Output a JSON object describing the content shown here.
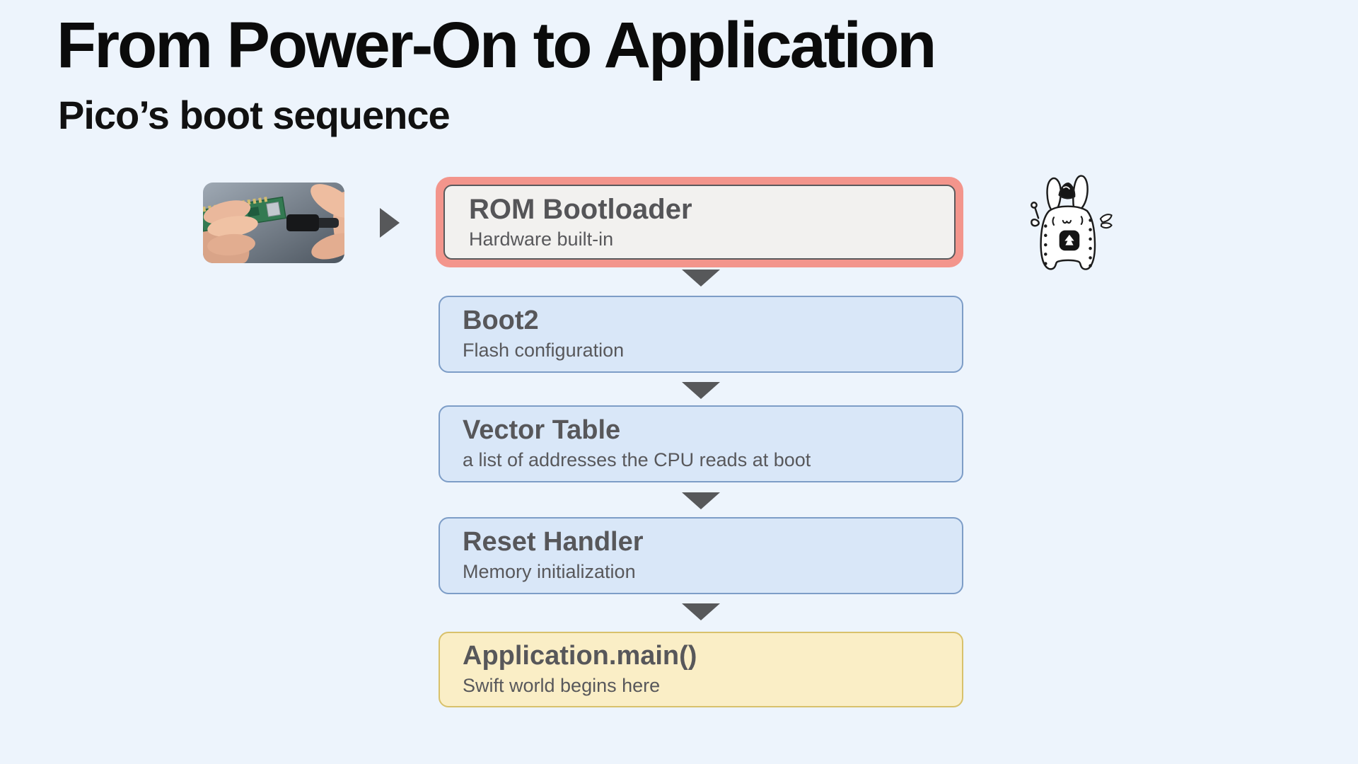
{
  "slide": {
    "title": "From Power-On to Application",
    "subtitle": "Pico’s boot sequence"
  },
  "flow": {
    "steps": [
      {
        "title": "ROM Bootloader",
        "subtitle": "Hardware built-in"
      },
      {
        "title": "Boot2",
        "subtitle": "Flash configuration"
      },
      {
        "title": "Vector Table",
        "subtitle": "a list of addresses the CPU reads at boot"
      },
      {
        "title": "Reset Handler",
        "subtitle": "Memory initialization"
      },
      {
        "title": "Application.main()",
        "subtitle": "Swift world begins here"
      }
    ]
  },
  "icons": {
    "forward_arrow": "right-triangle",
    "step_connector": "down-triangle",
    "photo": "hands-plugging-usb-into-pico-photo",
    "mascot": "hand-drawn-pico-rabbit-mascot"
  },
  "colors": {
    "background": "#edf4fc",
    "highlight_border": "#f3958c",
    "highlight_fill": "#f2f1ef",
    "step_fill": "#d9e7f8",
    "step_border": "#7d9dc7",
    "final_fill": "#faeec6",
    "final_border": "#d8c16b",
    "arrow": "#57585a",
    "box_text": "#57575a",
    "title_text": "#0b0b0b"
  }
}
